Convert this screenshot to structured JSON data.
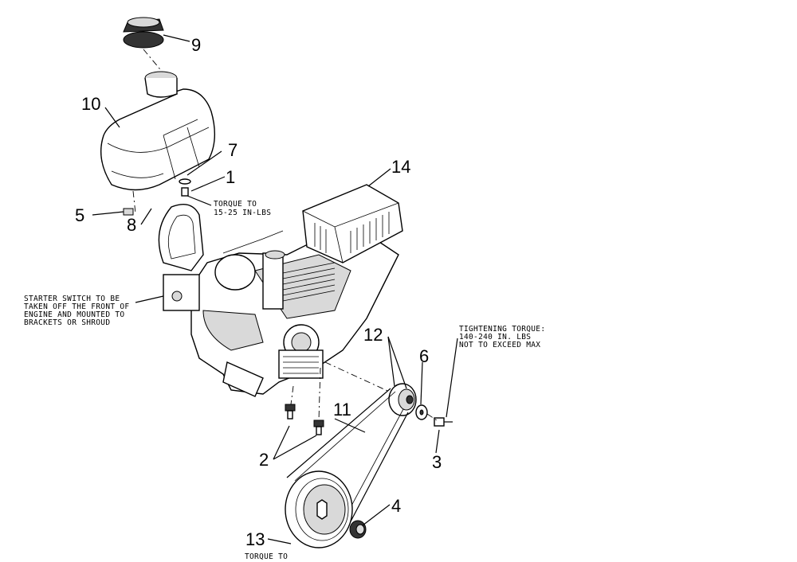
{
  "callouts": {
    "c1": "1",
    "c2": "2",
    "c3": "3",
    "c4": "4",
    "c5": "5",
    "c6": "6",
    "c7": "7",
    "c8": "8",
    "c9": "9",
    "c10": "10",
    "c11": "11",
    "c12": "12",
    "c13": "13",
    "c14": "14"
  },
  "notes": {
    "torque_1": [
      "TORQUE TO",
      "15-25 IN-LBS"
    ],
    "starter": [
      "STARTER SWITCH TO BE",
      "TAKEN OFF THE FRONT OF",
      "ENGINE AND MOUNTED TO",
      "BRACKETS OR SHROUD"
    ],
    "tightening": [
      "TIGHTENING TORQUE:",
      "140-240 IN. LBS",
      "NOT TO EXCEED MAX"
    ],
    "torque_13": [
      "TORQUE TO"
    ]
  }
}
